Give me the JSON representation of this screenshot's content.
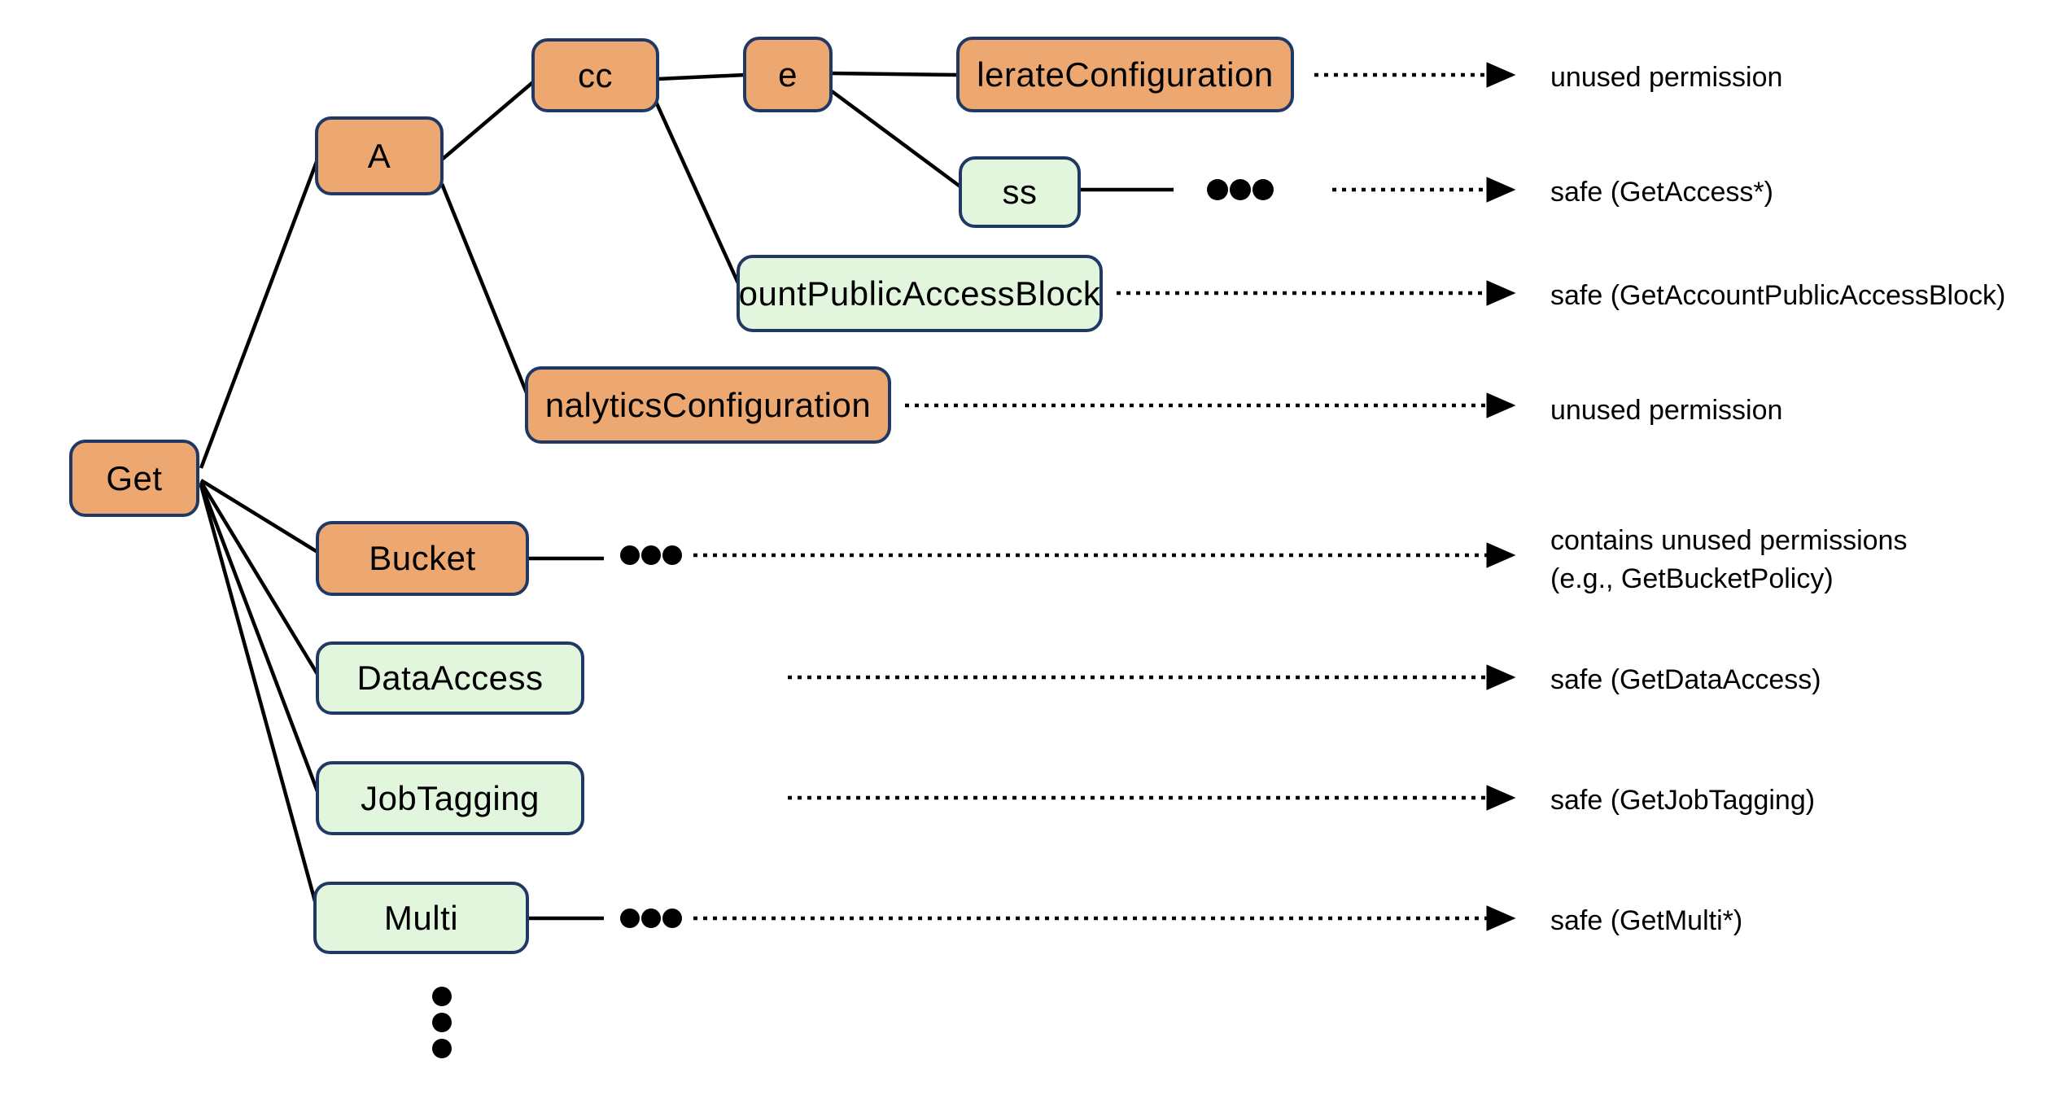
{
  "diagram": {
    "description": "Trie of Get* permission prefixes with safety classification",
    "colors": {
      "unused_or_mixed_node": "#ECA870",
      "safe_node": "#E1F6DC",
      "node_border": "#203864",
      "edge": "#000000",
      "text": "#000000",
      "background": "#ffffff"
    },
    "nodes": [
      {
        "id": "get",
        "label": "Get",
        "fill": "orange"
      },
      {
        "id": "a",
        "label": "A",
        "fill": "orange"
      },
      {
        "id": "cc",
        "label": "cc",
        "fill": "orange"
      },
      {
        "id": "e",
        "label": "e",
        "fill": "orange"
      },
      {
        "id": "lerate",
        "label": "lerateConfiguration",
        "fill": "orange"
      },
      {
        "id": "ss",
        "label": "ss",
        "fill": "green"
      },
      {
        "id": "ount",
        "label": "ountPublicAccessBlock",
        "fill": "green"
      },
      {
        "id": "nalytics",
        "label": "nalyticsConfiguration",
        "fill": "orange"
      },
      {
        "id": "bucket",
        "label": "Bucket",
        "fill": "orange"
      },
      {
        "id": "dataaccess",
        "label": "DataAccess",
        "fill": "green"
      },
      {
        "id": "jobtagging",
        "label": "JobTagging",
        "fill": "green"
      },
      {
        "id": "multi",
        "label": "Multi",
        "fill": "green"
      }
    ],
    "annotations": [
      {
        "lines": [
          "unused permission"
        ]
      },
      {
        "lines": [
          "safe (GetAccess*)"
        ]
      },
      {
        "lines": [
          "safe (GetAccountPublicAccessBlock)"
        ]
      },
      {
        "lines": [
          "unused permission"
        ]
      },
      {
        "lines": [
          "contains unused permissions",
          "(e.g., GetBucketPolicy)"
        ]
      },
      {
        "lines": [
          "safe (GetDataAccess)"
        ]
      },
      {
        "lines": [
          "safe (GetJobTagging)"
        ]
      },
      {
        "lines": [
          "safe (GetMulti*)"
        ]
      }
    ],
    "ellipsis": {
      "horizontal_meaning": "more subtree nodes omitted",
      "vertical_meaning": "more Get* children omitted"
    }
  }
}
